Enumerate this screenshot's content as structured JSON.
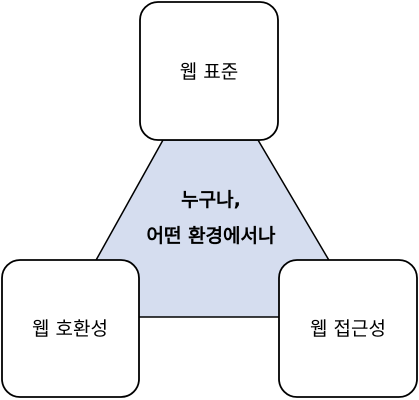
{
  "colors": {
    "triangle_fill": "#d5ddef",
    "stroke": "#000000",
    "box_fill": "#ffffff"
  },
  "boxes": {
    "top": {
      "label": "웹 표준"
    },
    "left": {
      "label": "웹 호환성"
    },
    "right": {
      "label": "웹 접근성"
    }
  },
  "center": {
    "line1": "누구나,",
    "line2": "어떤 환경에서나"
  }
}
